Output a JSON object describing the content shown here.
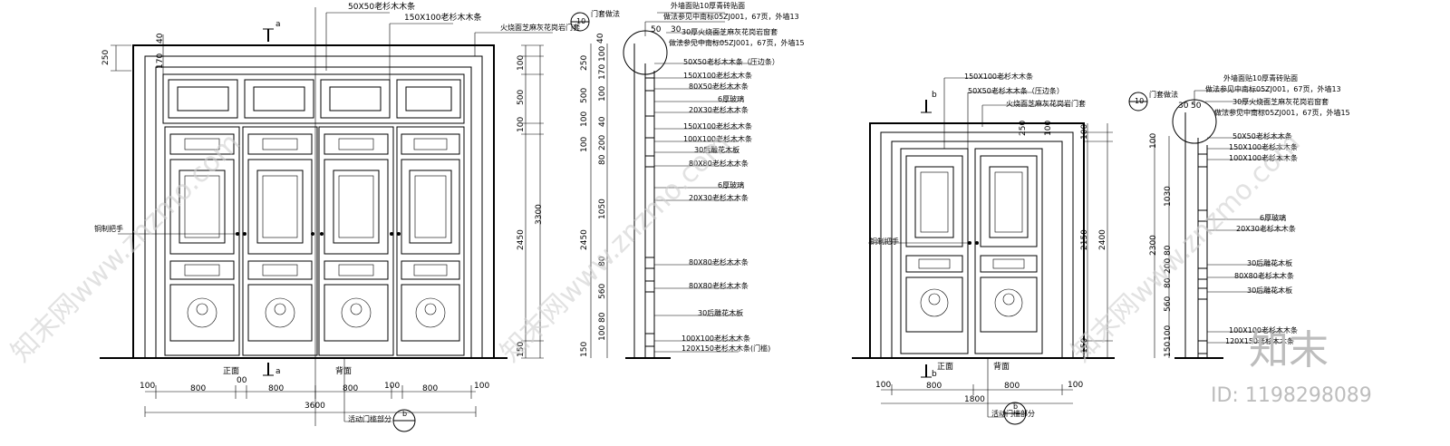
{
  "left_elevation": {
    "top_labels": [
      "50X50老杉木木条",
      "150X100老杉木木条",
      "火烧面芝麻灰花岗岩门套"
    ],
    "section_mark": "a",
    "left_dim_top": [
      "250",
      "40",
      "170"
    ],
    "handle_label": "铜制把手",
    "right_dims": [
      "100",
      "500",
      "100",
      "2450",
      "150"
    ],
    "total_height": "3300",
    "bottom_dims": [
      "100",
      "800",
      "00",
      "800",
      "800",
      "100",
      "800",
      "100"
    ],
    "total_width": "3600",
    "front_label": "正面",
    "back_label": "背面",
    "sill_note": "活动门槛部分",
    "detail_callout": "b"
  },
  "left_section": {
    "callout": "10",
    "top_notes": [
      "门套做法",
      "外墙面贴10厚青砖贴面",
      "做法参见中南标05ZJ001，67页，外墙13",
      "30厚火烧面芝麻灰花岗岩窗套",
      "做法参见中南标05ZJ001，67页，外墙15"
    ],
    "top_dims": [
      "50",
      "30",
      "40"
    ],
    "labels": [
      "50X50老杉木木条（压边条）",
      "150X100老杉木木条",
      "80X50老杉木木条",
      "6厚玻璃",
      "20X30老杉木木条",
      "150X100老杉木木条",
      "100X100老杉木木条",
      "30后雕花木板",
      "80X80老杉木木条",
      "6厚玻璃",
      "20X30老杉木木条",
      "80X80老杉木木条",
      "80X80老杉木木条",
      "30后雕花木板",
      "100X100老杉木木条",
      "120X150老杉木木条(门槛)"
    ],
    "left_dims": [
      "250",
      "100",
      "170",
      "500",
      "100",
      "100",
      "40",
      "200",
      "100",
      "80",
      "1050",
      "2450",
      "80",
      "560",
      "80",
      "100",
      "150"
    ]
  },
  "right_elevation": {
    "top_labels": [
      "150X100老杉木木条",
      "50X50老杉木木条（压边条）",
      "火烧面芝麻灰花岗岩门套"
    ],
    "section_mark": "b",
    "handle_label": "铜制把手",
    "top_dims": [
      "250",
      "100"
    ],
    "right_dims": [
      "100",
      "2150",
      "150"
    ],
    "total_height": "2400",
    "bottom_dims": [
      "100",
      "800",
      "800",
      "100"
    ],
    "total_width": "1800",
    "front_label": "正面",
    "back_label": "背面",
    "sill_note": "活动门槛部分",
    "detail_callout": "b"
  },
  "right_section": {
    "callout": "10",
    "top_notes": [
      "门套做法",
      "外墙面贴10厚青砖贴面",
      "做法参见中南标05ZJ001，67页，外墙13",
      "30厚火烧面芝麻灰花岗岩窗套",
      "做法参见中南标05ZJ001，67页，外墙15"
    ],
    "top_dims": [
      "30",
      "50"
    ],
    "labels": [
      "50X50老杉木木条",
      "150X100老杉木木条",
      "100X100老杉木木条",
      "6厚玻璃",
      "20X30老杉木木条",
      "30后雕花木板",
      "80X80老杉木木条",
      "30后雕花木板",
      "100X100老杉木木条",
      "120X150老杉木木条"
    ],
    "left_dims": [
      "100",
      "1030",
      "2300",
      "80",
      "200",
      "80",
      "560",
      "100",
      "150"
    ]
  },
  "watermark": {
    "text": "知末网www.znzmo.com",
    "logo": "知末",
    "id_text": "ID: 1198298089"
  }
}
